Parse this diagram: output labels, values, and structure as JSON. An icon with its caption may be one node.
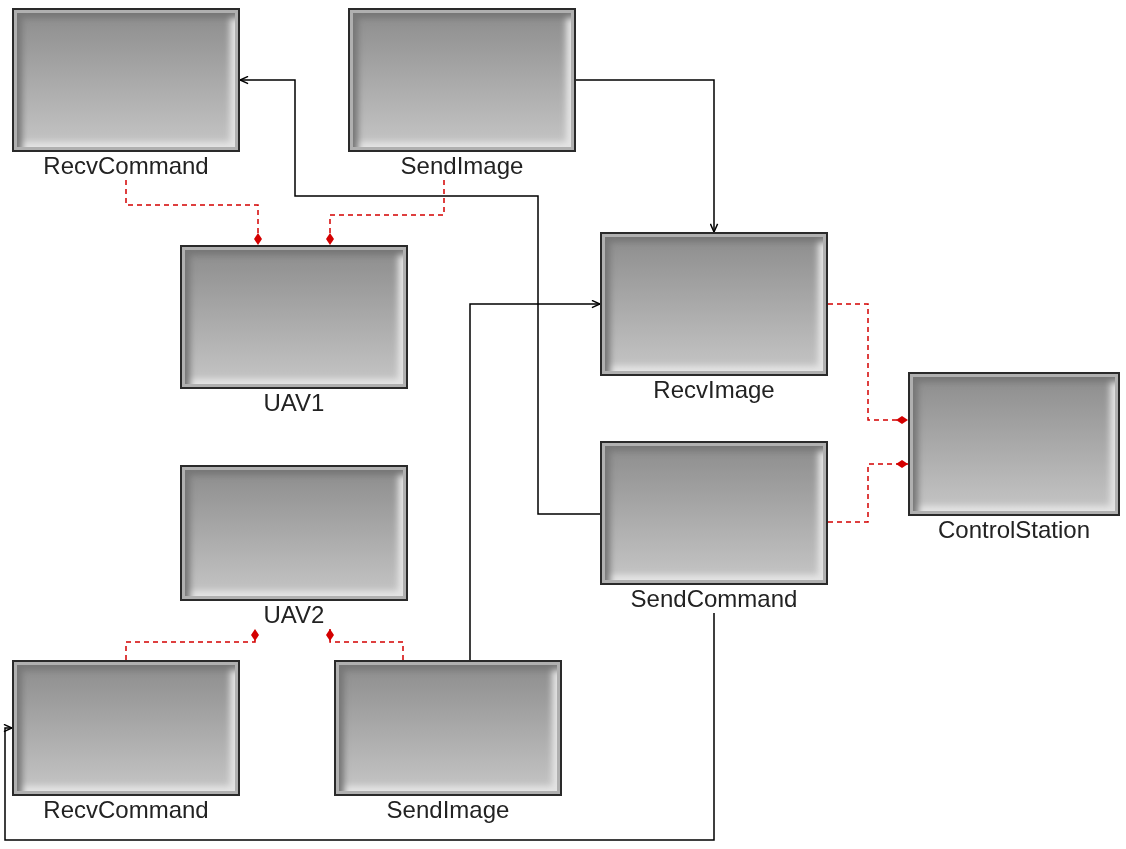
{
  "diagram": {
    "nodes": [
      {
        "text": [
          "RecvCommand"
        ]
      },
      {
        "text": [
          "SendImage"
        ]
      },
      {
        "text": [
          "UAV1"
        ]
      },
      {
        "text": [
          "RecvImage"
        ]
      },
      {
        "text": [
          "ControlStation"
        ]
      },
      {
        "text": [
          "SendCommand"
        ]
      },
      {
        "text": [
          "UAV2"
        ]
      },
      {
        "text": [
          "RecvCommand"
        ]
      },
      {
        "text": [
          "SendImage"
        ]
      }
    ],
    "edges": [
      {
        "from": 5,
        "to": 0,
        "arrow": "to",
        "color": "#000000"
      },
      {
        "from": 1,
        "to": 3,
        "arrow": "to",
        "color": "#000000"
      },
      {
        "from": 0,
        "to": 2,
        "arrow": "other",
        "style": "dashed",
        "color": "#d40000"
      },
      {
        "from": 1,
        "to": 2,
        "arrow": "other",
        "style": "dashed",
        "color": "#d40000"
      },
      {
        "from": 3,
        "to": 4,
        "arrow": "other",
        "style": "dashed",
        "color": "#d40000"
      },
      {
        "from": 5,
        "to": 4,
        "arrow": "other",
        "style": "dashed",
        "color": "#d40000"
      },
      {
        "from": 8,
        "to": 3,
        "arrow": "to",
        "color": "#000000"
      },
      {
        "from": 5,
        "to": 7,
        "arrow": "to",
        "color": "#000000"
      },
      {
        "from": 7,
        "to": 6,
        "arrow": "other",
        "style": "dashed",
        "color": "#d40000"
      },
      {
        "from": 8,
        "to": 6,
        "arrow": "other",
        "style": "dashed",
        "color": "#d40000"
      }
    ]
  }
}
